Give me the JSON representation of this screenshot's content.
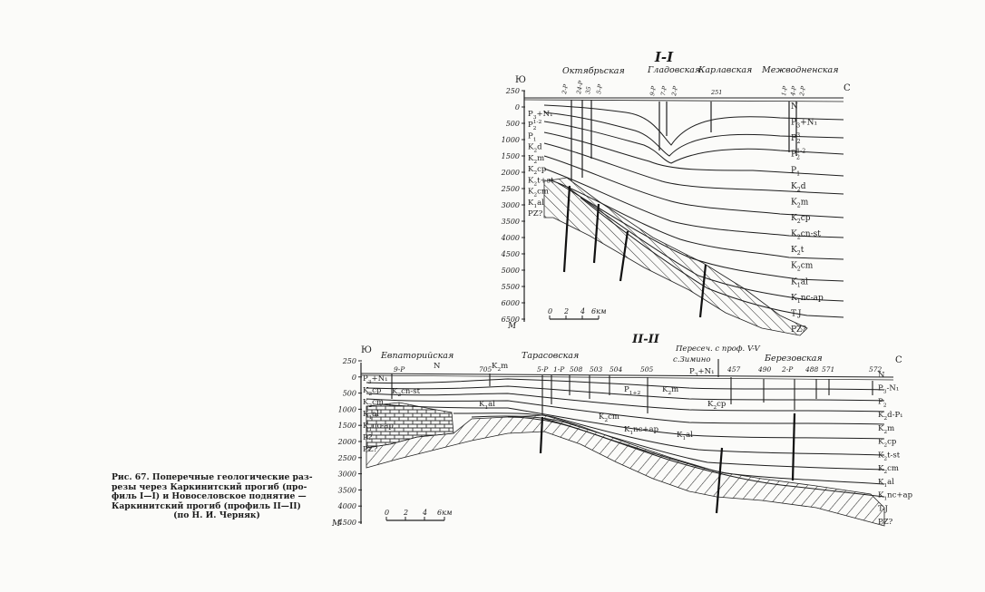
{
  "profile1": {
    "title": "I-I",
    "south": "Ю",
    "north": "С",
    "unit": "М",
    "localities": [
      "Октябрьская",
      "Гладовская",
      "Карлавская",
      "Межводненская"
    ],
    "depth_labels": [
      "250",
      "0",
      "500",
      "1000",
      "1500",
      "2000",
      "2500",
      "3000",
      "3500",
      "4000",
      "4500",
      "5000",
      "5500",
      "6000",
      "6500"
    ],
    "left_layers": [
      {
        "base": "P",
        "sub": "3",
        "sup": "",
        "suffix": "+N₁"
      },
      {
        "base": "P",
        "sub": "2",
        "sup": "1-2",
        "suffix": ""
      },
      {
        "base": "P",
        "sub": "1",
        "sup": "",
        "suffix": ""
      },
      {
        "base": "K",
        "sub": "2",
        "sup": "",
        "suffix": "d"
      },
      {
        "base": "K",
        "sub": "2",
        "sup": "",
        "suffix": "m"
      },
      {
        "base": "K",
        "sub": "2",
        "sup": "",
        "suffix": "cp"
      },
      {
        "base": "K",
        "sub": "2",
        "sup": "",
        "suffix": "t+st"
      },
      {
        "base": "K",
        "sub": "2",
        "sup": "",
        "suffix": "cm"
      },
      {
        "base": "K",
        "sub": "1",
        "sup": "",
        "suffix": "al"
      },
      {
        "base": "PZ?",
        "sub": "",
        "sup": "",
        "suffix": ""
      }
    ],
    "right_layers": [
      {
        "base": "N",
        "sub": "",
        "sup": "",
        "suffix": ""
      },
      {
        "base": "P",
        "sub": "3",
        "sup": "",
        "suffix": "+N₁"
      },
      {
        "base": "P",
        "sub": "2",
        "sup": "3",
        "suffix": ""
      },
      {
        "base": "P",
        "sub": "2",
        "sup": "1-2",
        "suffix": ""
      },
      {
        "base": "P",
        "sub": "1",
        "sup": "",
        "suffix": ""
      },
      {
        "base": "K",
        "sub": "2",
        "sup": "",
        "suffix": "d"
      },
      {
        "base": "K",
        "sub": "2",
        "sup": "",
        "suffix": "m"
      },
      {
        "base": "K",
        "sub": "2",
        "sup": "",
        "suffix": "cp"
      },
      {
        "base": "K",
        "sub": "2",
        "sup": "",
        "suffix": "cn-st"
      },
      {
        "base": "K",
        "sub": "2",
        "sup": "",
        "suffix": "t"
      },
      {
        "base": "K",
        "sub": "2",
        "sup": "",
        "suffix": "cm"
      },
      {
        "base": "K",
        "sub": "1",
        "sup": "",
        "suffix": "al"
      },
      {
        "base": "K",
        "sub": "1",
        "sup": "",
        "suffix": "nc-ap"
      },
      {
        "base": "T-J",
        "sub": "",
        "sup": "",
        "suffix": ""
      },
      {
        "base": "PZ?",
        "sub": "",
        "sup": "",
        "suffix": ""
      }
    ],
    "scale": [
      "0",
      "2",
      "4",
      "6км"
    ]
  },
  "profile2": {
    "title": "II-II",
    "south": "Ю",
    "north": "С",
    "unit": "М",
    "localities": [
      "Евпаторийская",
      "Тарасовская",
      "Пересеч. с проф. V-V",
      "с.Зимино",
      "Березовская"
    ],
    "wells": [
      "9-Р",
      "705",
      "5-Р",
      "1-Р",
      "508",
      "503",
      "504",
      "505",
      "457",
      "490",
      "2-Р",
      "488",
      "571",
      "572"
    ],
    "depth_labels": [
      "250",
      "0",
      "500",
      "1000",
      "1500",
      "2000",
      "2500",
      "3000",
      "3500",
      "4000",
      "4500"
    ],
    "left_layers": [
      {
        "base": "P",
        "sub": "3",
        "sup": "",
        "suffix": "+N₁"
      },
      {
        "base": "K",
        "sub": "2",
        "sup": "",
        "suffix": "cp"
      },
      {
        "base": "K",
        "sub": "2",
        "sup": "",
        "suffix": "cm"
      },
      {
        "base": "K",
        "sub": "1",
        "sup": "",
        "suffix": "al"
      },
      {
        "base": "K",
        "sub": "1",
        "sup": "",
        "suffix": "nc-ap"
      },
      {
        "base": "P?",
        "sub": "",
        "sup": "",
        "suffix": ""
      },
      {
        "base": "PZ?",
        "sub": "",
        "sup": "",
        "suffix": ""
      }
    ],
    "inner_labels": [
      {
        "base": "N",
        "sub": "",
        "sup": "",
        "suffix": ""
      },
      {
        "base": "K",
        "sub": "2",
        "sup": "",
        "suffix": "m"
      },
      {
        "base": "K",
        "sub": "2",
        "sup": "",
        "suffix": "cn-st"
      },
      {
        "base": "K",
        "sub": "1",
        "sup": "",
        "suffix": "al"
      },
      {
        "base": "P",
        "sub": "1+2",
        "sup": "",
        "suffix": ""
      },
      {
        "base": "K",
        "sub": "2",
        "sup": "",
        "suffix": "m"
      },
      {
        "base": "K",
        "sub": "2",
        "sup": "",
        "suffix": "cm"
      },
      {
        "base": "K",
        "sub": "1",
        "sup": "",
        "suffix": "nc+ap"
      },
      {
        "base": "K",
        "sub": "1",
        "sup": "",
        "suffix": "al"
      },
      {
        "base": "P",
        "sub": "3",
        "sup": "",
        "suffix": "+N₁"
      },
      {
        "base": "K",
        "sub": "2",
        "sup": "",
        "suffix": "cp"
      }
    ],
    "right_layers": [
      {
        "base": "N",
        "sub": "",
        "sup": "",
        "suffix": ""
      },
      {
        "base": "P",
        "sub": "3",
        "sup": "",
        "suffix": "-N₁"
      },
      {
        "base": "P",
        "sub": "2",
        "sup": "",
        "suffix": ""
      },
      {
        "base": "K",
        "sub": "2",
        "sup": "",
        "suffix": "d-P₁"
      },
      {
        "base": "K",
        "sub": "2",
        "sup": "",
        "suffix": "m"
      },
      {
        "base": "K",
        "sub": "2",
        "sup": "",
        "suffix": "cp"
      },
      {
        "base": "K",
        "sub": "2",
        "sup": "",
        "suffix": "t-st"
      },
      {
        "base": "K",
        "sub": "2",
        "sup": "",
        "suffix": "cm"
      },
      {
        "base": "K",
        "sub": "1",
        "sup": "",
        "suffix": "al"
      },
      {
        "base": "K",
        "sub": "1",
        "sup": "",
        "suffix": "nc+ap"
      },
      {
        "base": "T-J",
        "sub": "",
        "sup": "",
        "suffix": ""
      },
      {
        "base": "PZ?",
        "sub": "",
        "sup": "",
        "suffix": ""
      }
    ],
    "scale": [
      "0",
      "2",
      "4",
      "6км"
    ]
  },
  "caption": {
    "lines": [
      "Рис. 67. Поперечные геологические раз-",
      "резы через Каркинитский прогиб (про-",
      "филь I—I) и Новоселовское поднятие —",
      "Каркинитский прогиб (профиль II—II)"
    ],
    "last": "(по Н. И. Черняк)"
  }
}
